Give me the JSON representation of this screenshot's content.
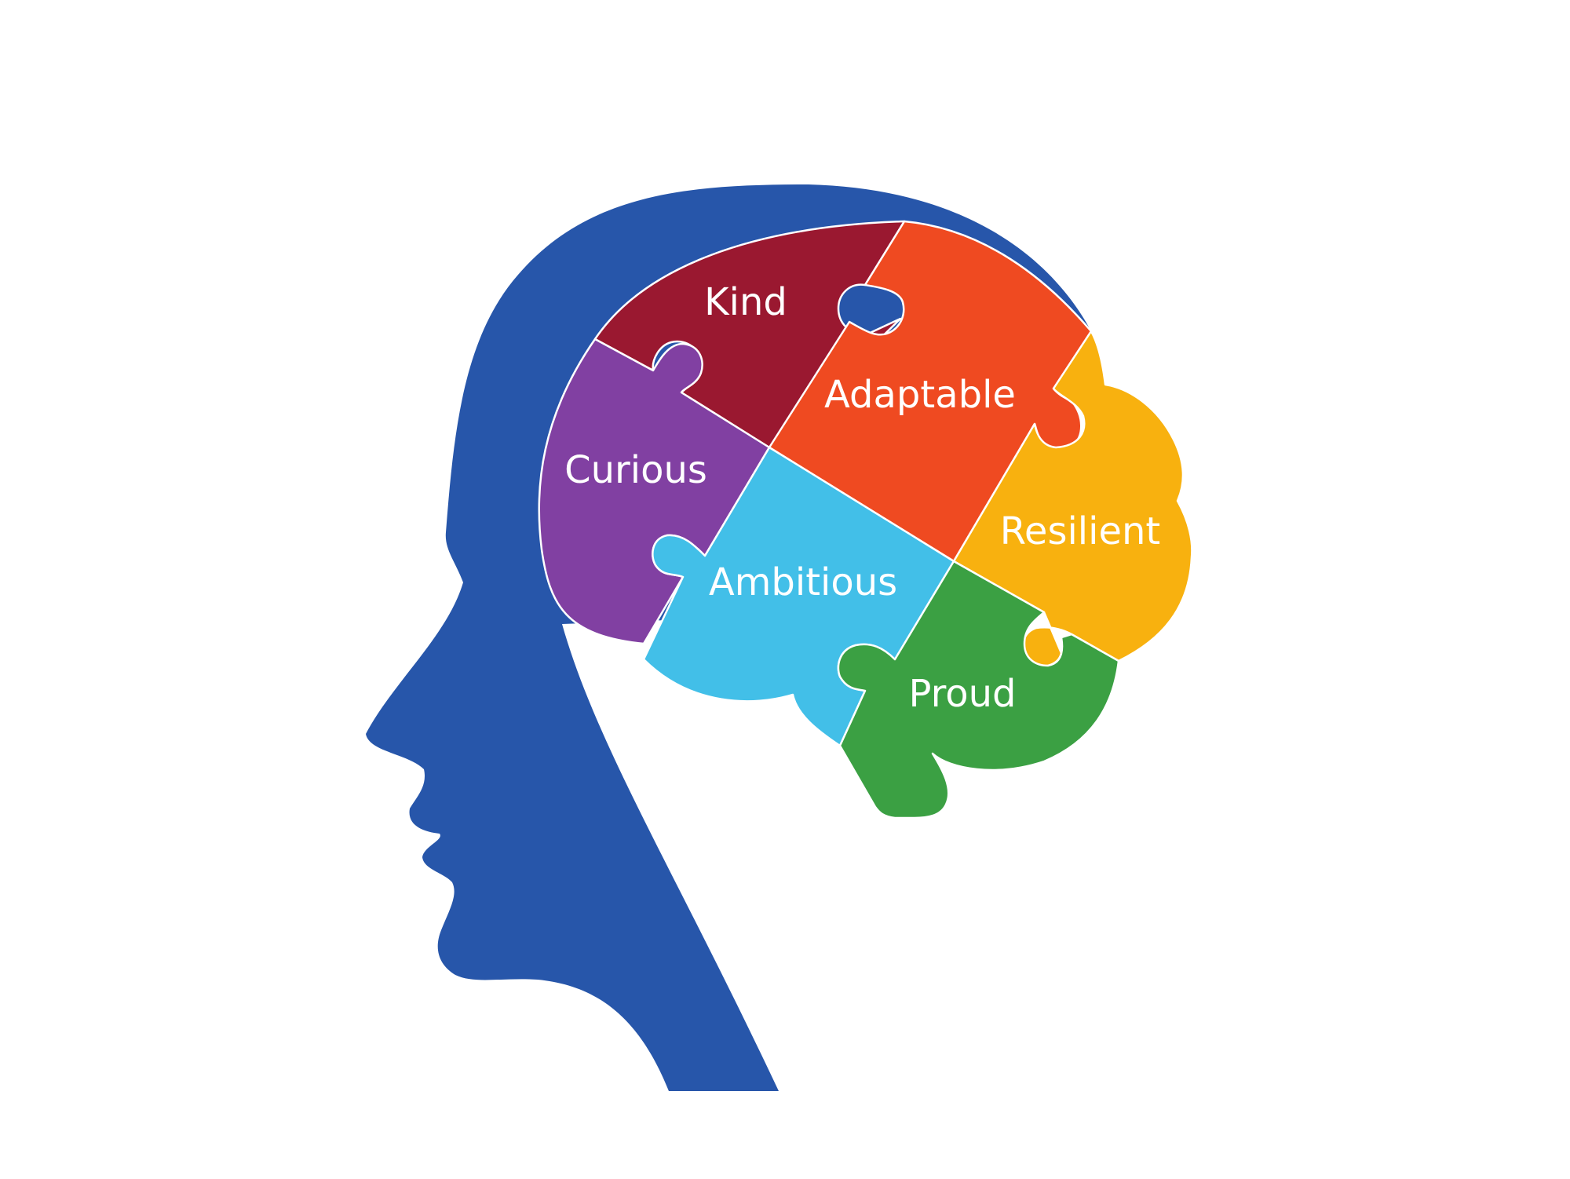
{
  "colors": {
    "background": "#ffffff",
    "head": "#2756aa",
    "piece_outline": "#ffffff",
    "label_text": "#ffffff"
  },
  "pieces": [
    {
      "key": "kind",
      "label": "Kind",
      "color": "#9a1830"
    },
    {
      "key": "adaptable",
      "label": "Adaptable",
      "color": "#ef4a21"
    },
    {
      "key": "curious",
      "label": "Curious",
      "color": "#8140a2"
    },
    {
      "key": "resilient",
      "label": "Resilient",
      "color": "#f8b10f"
    },
    {
      "key": "ambitious",
      "label": "Ambitious",
      "color": "#42bfe8"
    },
    {
      "key": "proud",
      "label": "Proud",
      "color": "#3ba043"
    }
  ]
}
